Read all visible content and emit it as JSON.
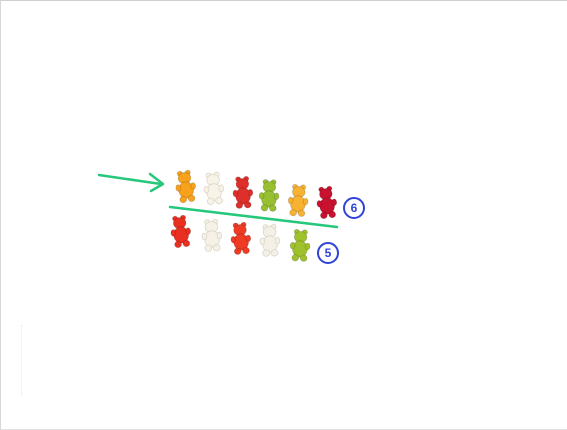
{
  "colors": {
    "arrow": "#27c77c",
    "divider": "#27c77c",
    "badge": "#2f43d8"
  },
  "groups": {
    "top": {
      "count_label": "6",
      "bears": [
        {
          "color": "#f7a21a",
          "name": "orange"
        },
        {
          "color": "#f7f3e8",
          "name": "white"
        },
        {
          "color": "#df2f2a",
          "name": "red"
        },
        {
          "color": "#97bf2f",
          "name": "green"
        },
        {
          "color": "#f8b232",
          "name": "orange"
        },
        {
          "color": "#c9122f",
          "name": "dark-red"
        }
      ]
    },
    "bottom": {
      "count_label": "5",
      "bears": [
        {
          "color": "#e82f20",
          "name": "red"
        },
        {
          "color": "#f5f1e6",
          "name": "white"
        },
        {
          "color": "#ef3b24",
          "name": "red"
        },
        {
          "color": "#f3f0e7",
          "name": "white"
        },
        {
          "color": "#9fc22c",
          "name": "green"
        }
      ]
    }
  },
  "icons": {
    "arrow": "right-arrow-icon"
  }
}
